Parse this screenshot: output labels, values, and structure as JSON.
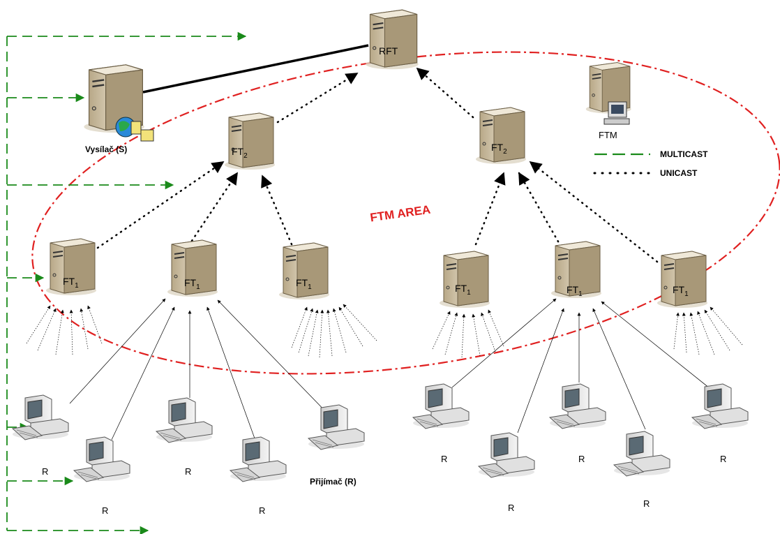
{
  "colors": {
    "multicast": "#1a8a1a",
    "area": "#e02020",
    "unicast": "#000000",
    "server_body": "#d8ccb0",
    "pc_body": "#e8e8e8"
  },
  "legend": {
    "multicast": "MULTICAST",
    "unicast": "UNICAST"
  },
  "area_label": "FTM AREA",
  "servers": {
    "sender": "Vysílač (S)",
    "rft": "RFT",
    "ftm": "FTM",
    "ft2": "FT",
    "ft2_sub": "2",
    "ft1": "FT",
    "ft1_sub": "1"
  },
  "receivers": {
    "r": "R",
    "named": "Přijímač (R)"
  }
}
